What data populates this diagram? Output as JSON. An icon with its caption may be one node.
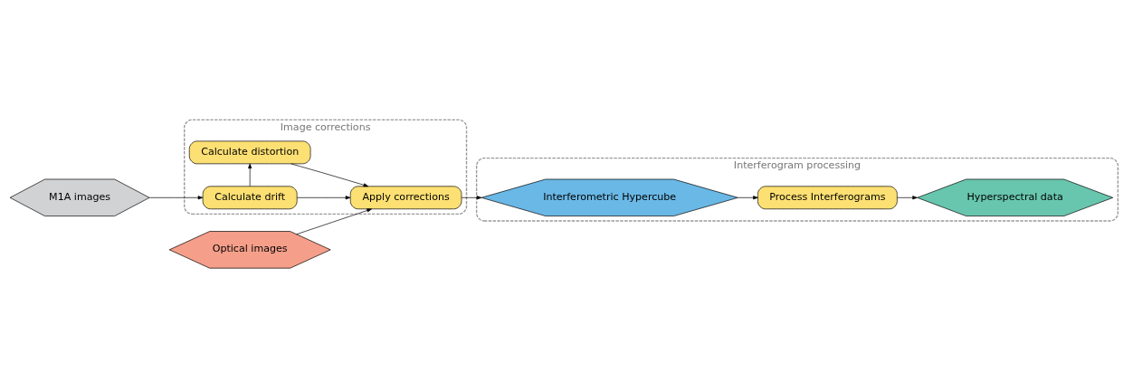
{
  "diagram": {
    "nodes": [
      {
        "text": [
          "M1A images"
        ]
      },
      {
        "text": [
          "Optical images"
        ]
      },
      {
        "text": [
          "Image corrections"
        ]
      },
      {
        "text": [
          "Calculate drift"
        ],
        "in": 2
      },
      {
        "text": [
          "Calculate distortion"
        ],
        "in": 2
      },
      {
        "text": [
          "Apply corrections"
        ],
        "in": 2
      },
      {
        "text": [
          "Interferogram processing"
        ]
      },
      {
        "text": [
          "Interferometric Hypercube"
        ],
        "in": 6
      },
      {
        "text": [
          "Process Interferograms"
        ],
        "in": 6
      },
      {
        "text": [
          "Hyperspectral data"
        ],
        "in": 6
      }
    ],
    "edges": [
      {
        "from": 0,
        "to": 3,
        "arrow": "to"
      },
      {
        "from": 3,
        "to": 4,
        "arrow": "to"
      },
      {
        "from": 3,
        "to": 5,
        "arrow": "to"
      },
      {
        "from": 4,
        "to": 5,
        "arrow": "to"
      },
      {
        "from": 1,
        "to": 5,
        "arrow": "to"
      },
      {
        "from": 5,
        "to": 7,
        "arrow": "to"
      },
      {
        "from": 7,
        "to": 8,
        "arrow": "to"
      },
      {
        "from": 8,
        "to": 9,
        "arrow": "to"
      }
    ]
  }
}
